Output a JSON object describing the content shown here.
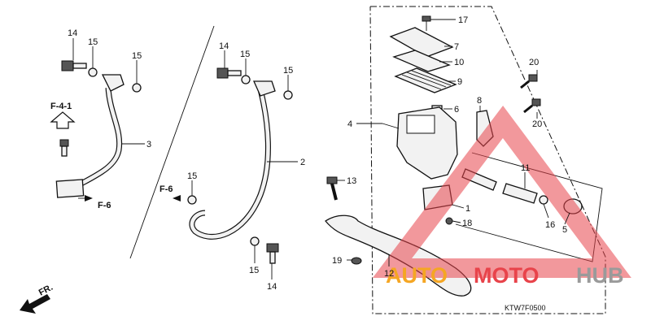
{
  "diagram": {
    "code": "KTW7F0500",
    "direction_label": "FR.",
    "refs": {
      "f41": "F-4-1",
      "f6a": "F-6",
      "f6b": "F-6"
    },
    "parts": {
      "p1": "1",
      "p2": "2",
      "p3": "3",
      "p4": "4",
      "p5": "5",
      "p6": "6",
      "p7": "7",
      "p8": "8",
      "p9": "9",
      "p10": "10",
      "p11": "11",
      "p12": "12",
      "p13": "13",
      "p14a": "14",
      "p14b": "14",
      "p14c": "14",
      "p15a": "15",
      "p15b": "15",
      "p15c": "15",
      "p15d": "15",
      "p15e": "15",
      "p15f": "15",
      "p16": "16",
      "p17": "17",
      "p18": "18",
      "p19": "19",
      "p20a": "20",
      "p20b": "20"
    }
  },
  "watermark": {
    "part1": "AUTO",
    "part2": "MOTO",
    "part3": "HUB",
    "color_orange": "#f5a623",
    "color_red": "#e8434a",
    "color_gray": "#9a9a9a"
  }
}
